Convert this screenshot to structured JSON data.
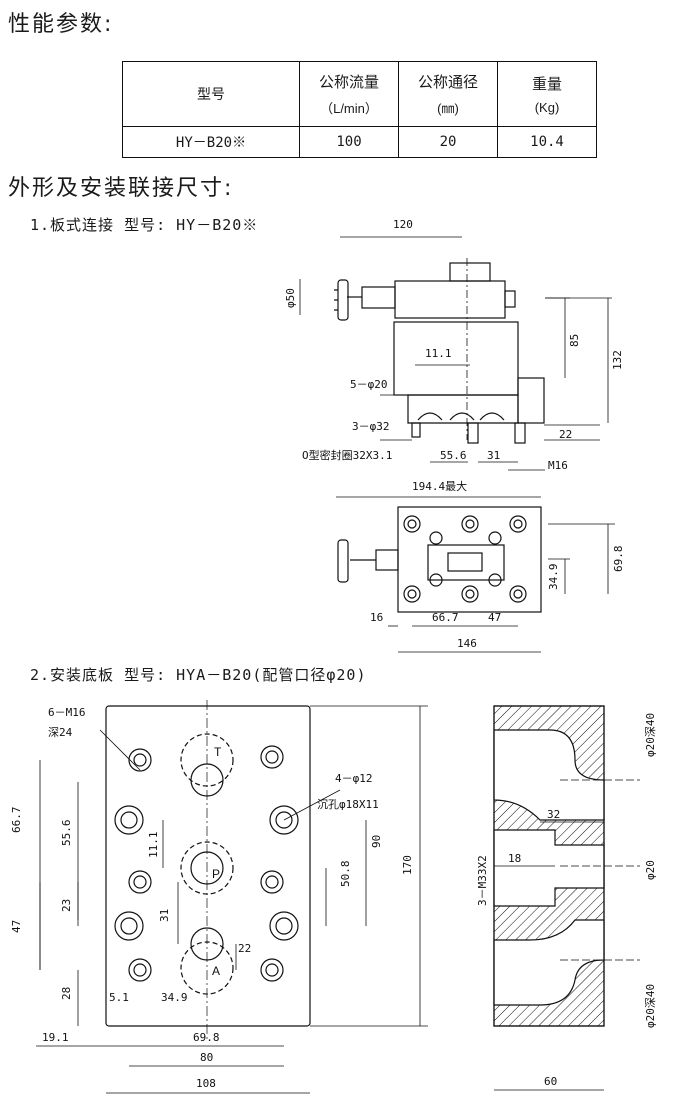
{
  "sections": {
    "performance_title": "性能参数:",
    "outline_title": "外形及安装联接尺寸:",
    "plate_title": "1.板式连接  型号: HY－B20※",
    "base_title": "2.安装底板  型号: HYA－B20(配管口径φ20)"
  },
  "spec_table": {
    "headers": {
      "model": "型号",
      "flow": "公称流量",
      "flow_unit": "（L/min）",
      "bore": "公称通径",
      "bore_unit": "(㎜)",
      "weight": "重量",
      "weight_unit": "(Kg)"
    },
    "row": {
      "model": "HY－B20※",
      "flow": "100",
      "bore": "20",
      "weight": "10.4"
    }
  },
  "drawing1": {
    "dims": {
      "d120": "120",
      "phi50": "φ50",
      "d85": "85",
      "d132": "132",
      "d11_1": "11.1",
      "five_phi20": "5－φ20",
      "three_phi32": "3－φ32",
      "d22": "22",
      "oring": "O型密封圈32X3.1",
      "d55_6": "55.6",
      "d31": "31",
      "m16": "M16",
      "d194": "194.4最大",
      "d69_8": "69.8",
      "d34_9": "34.9",
      "d16": "16",
      "d66_7": "66.7",
      "d47": "47",
      "d146": "146"
    }
  },
  "drawing2": {
    "labels": {
      "six_m16": "6－M16",
      "depth24": "深24",
      "four_phi12": "4－φ12",
      "counterbore": "沉孔φ18X11",
      "port_t": "T",
      "port_p": "P",
      "port_a": "A"
    },
    "dims": {
      "d66_7": "66.7",
      "d55_6": "55.6",
      "d11_1": "11.1",
      "d23": "23",
      "d31": "31",
      "d47": "47",
      "d28": "28",
      "d5_1": "5.1",
      "d34_9": "34.9",
      "d22": "22",
      "d90": "90",
      "d50_8": "50.8",
      "d170": "170",
      "d19_1": "19.1",
      "d69_8": "69.8",
      "d80": "80",
      "d108": "108"
    }
  },
  "section_view": {
    "dims": {
      "phi20_depth40_top": "φ20深40",
      "d32": "32",
      "d18": "18",
      "m33": "3－M33X2",
      "phi20": "φ20",
      "phi20_depth40_bottom": "φ20深40",
      "d60": "60"
    }
  }
}
